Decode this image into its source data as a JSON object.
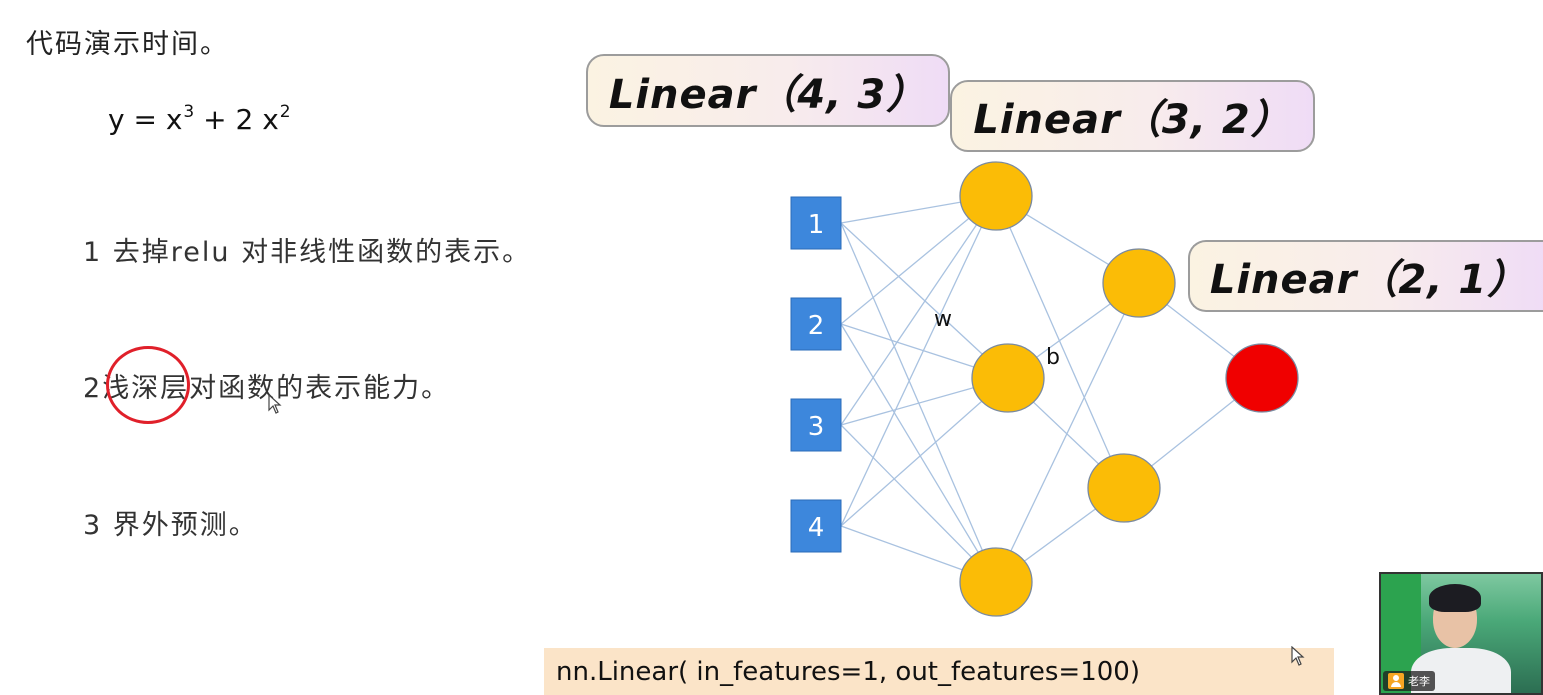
{
  "slide": {
    "title": "代码演示时间。",
    "formula": {
      "prefix": "y = x",
      "exp1": "3",
      "middle": " + 2 x",
      "exp2": "2"
    },
    "bullets": [
      {
        "number": "1",
        "text": "去掉relu 对非线性函数的表示。"
      },
      {
        "number": "2",
        "text": "浅深层对函数的表示能力。"
      },
      {
        "number": "3",
        "text": "界外预测。"
      }
    ]
  },
  "diagram": {
    "layer_labels": [
      "Linear（4, 3）",
      "Linear（3, 2）",
      "Linear（2, 1）"
    ],
    "input_nodes": [
      "1",
      "2",
      "3",
      "4"
    ],
    "weight_label": "w",
    "bias_label": "b",
    "colors": {
      "input": "#3d87dc",
      "hidden": "#fbbc06",
      "output": "#f00000",
      "edge": "#a9c2e0"
    }
  },
  "code": {
    "text": "nn.Linear( in_features=1, out_features=100)"
  },
  "webcam": {
    "name": "老李"
  }
}
